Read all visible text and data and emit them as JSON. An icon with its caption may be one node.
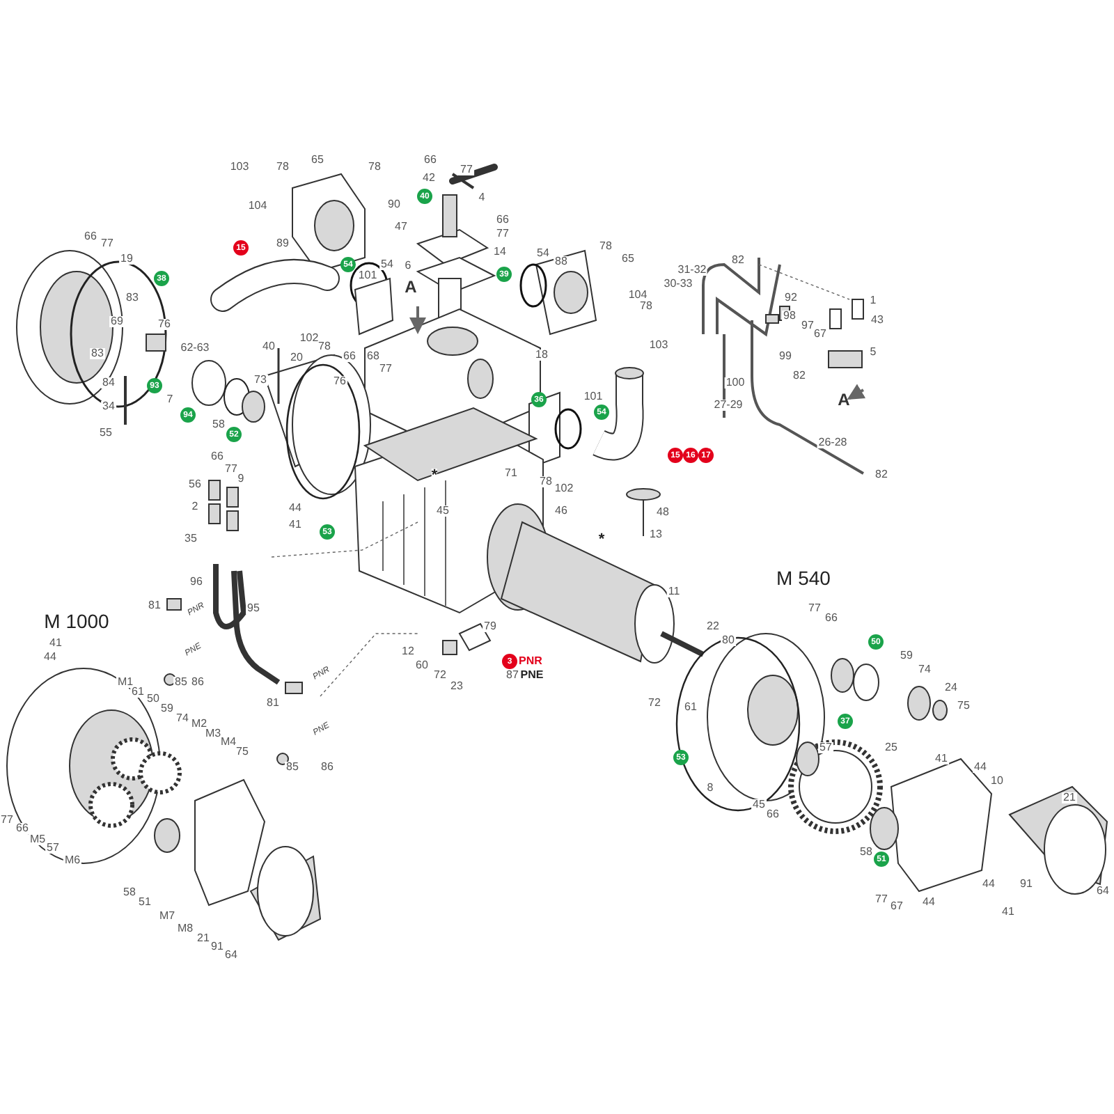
{
  "diagram": {
    "labels": [
      "103",
      "78",
      "104",
      "65",
      "78",
      "89",
      "66",
      "77",
      "42",
      "40",
      "4",
      "90",
      "66",
      "47",
      "77",
      "14",
      "6",
      "39",
      "15",
      "54",
      "54",
      "101",
      "A",
      "66",
      "77",
      "19",
      "38",
      "83",
      "69",
      "76",
      "62-63",
      "83",
      "93",
      "84",
      "7",
      "73",
      "34",
      "94",
      "55",
      "58",
      "52",
      "66",
      "77",
      "9",
      "40",
      "102",
      "78",
      "20",
      "66",
      "68",
      "77",
      "76",
      "56",
      "2",
      "44",
      "41",
      "53",
      "35",
      "54",
      "88",
      "78",
      "65",
      "104",
      "78",
      "103",
      "18",
      "36",
      "101",
      "54",
      "15",
      "16",
      "17",
      "71",
      "78",
      "102",
      "*",
      "45",
      "46",
      "48",
      "13",
      "*",
      "82",
      "31-32",
      "30-33",
      "92",
      "98",
      "97",
      "67",
      "1",
      "43",
      "99",
      "82",
      "5",
      "100",
      "27-29",
      "A",
      "26-28",
      "82",
      "M 540",
      "M 1000",
      "96",
      "81",
      "PNR",
      "95",
      "PNE",
      "85",
      "86",
      "81",
      "PNR",
      "PNE",
      "85",
      "86",
      "12",
      "79",
      "60",
      "72",
      "23",
      "3",
      "PNR",
      "87",
      "PNE",
      "41",
      "44",
      "M1",
      "61",
      "50",
      "59",
      "74",
      "M2",
      "M3",
      "M4",
      "75",
      "77",
      "66",
      "M5",
      "57",
      "M6",
      "58",
      "51",
      "M7",
      "M8",
      "21",
      "91",
      "64",
      "11",
      "22",
      "80",
      "77",
      "66",
      "50",
      "59",
      "74",
      "24",
      "75",
      "72",
      "61",
      "37",
      "53",
      "57",
      "25",
      "8",
      "45",
      "66",
      "41",
      "44",
      "10",
      "21",
      "58",
      "51",
      "91",
      "64",
      "77",
      "67",
      "44",
      "41",
      "44"
    ]
  }
}
